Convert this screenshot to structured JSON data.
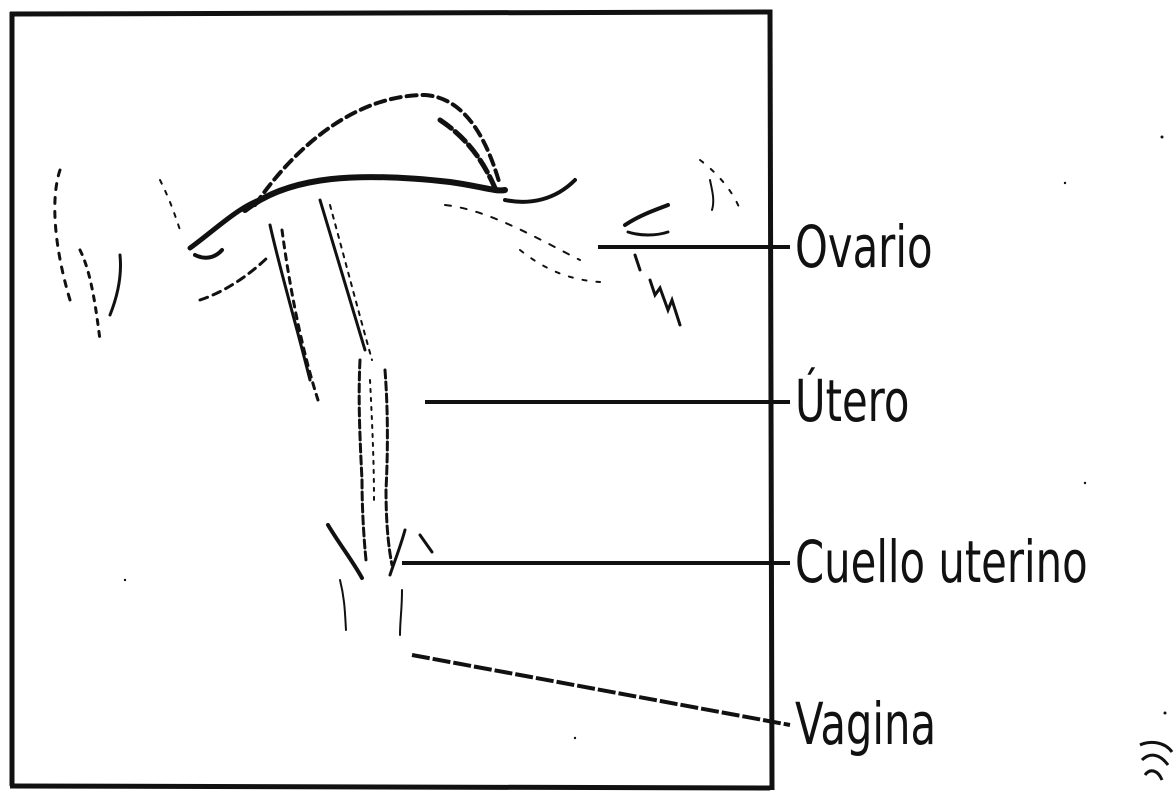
{
  "labels": {
    "ovario": "Ovario",
    "utero": "Útero",
    "cuello": "Cuello uterino",
    "vagina": "Vagina"
  },
  "colors": {
    "ink": "#111111",
    "background": "#ffffff"
  }
}
